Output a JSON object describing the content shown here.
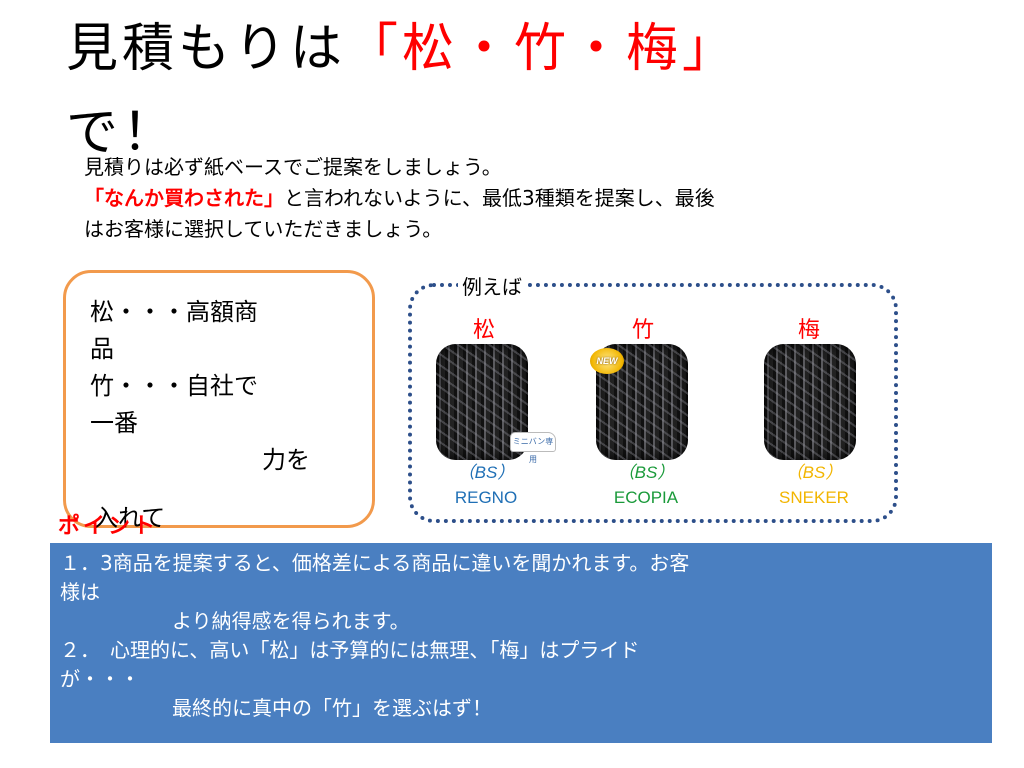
{
  "slide": {
    "title_part1": "見積もりは",
    "title_part2": "「松・竹・梅」",
    "title_part3": "で！",
    "intro_line1": "見積りは必ず紙ベースでご提案をしましょう。",
    "intro_red": "「なんか買わされた」",
    "intro_line2_rest": "と言われないように、最低3種類を提案し、最後",
    "intro_line3": "はお客様に選択していただきましょう。"
  },
  "rank_box": {
    "line1": "松・・・高額商",
    "line2": "品",
    "line3": "竹・・・自社で",
    "line4": "一番",
    "line5": "力を",
    "line6": "入れて"
  },
  "tires": {
    "example_label": "例えば",
    "items": [
      {
        "tier": "松",
        "brand_line1": "（BS）",
        "brand_line2": "REGNO",
        "color": "#1f6fb5"
      },
      {
        "tier": "竹",
        "brand_line1": "（BS）",
        "brand_line2": "ECOPIA",
        "color": "#1a9a3a"
      },
      {
        "tier": "梅",
        "brand_line1": "（BS）",
        "brand_line2": "SNEKER",
        "color": "#f2b500"
      }
    ],
    "new_badge": "NEW",
    "van_label": "ミニバン専用"
  },
  "point": {
    "label": "ポイント",
    "line1": "１．3商品を提案すると、価格差による商品に違いを聞かれます。お客",
    "line2": "様は",
    "line3": "より納得感を得られます。",
    "line4": "２．　心理的に、高い「松」は予算的には無理、「梅」はプライド",
    "line5": "が・・・",
    "line6": "最終的に真中の「竹」を選ぶはず！"
  }
}
